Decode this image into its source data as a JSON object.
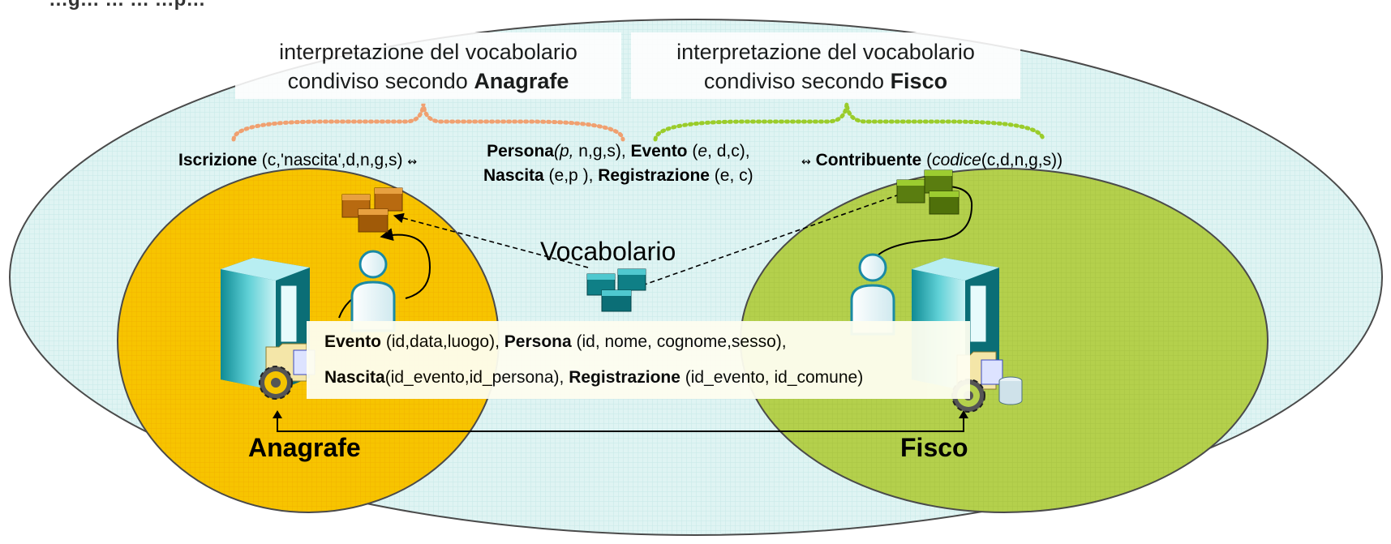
{
  "header_fragment": "…g… … … …p…",
  "box_anagrafe": {
    "line1": "interpretazione del vocabolario",
    "line2_prefix": "condiviso secondo ",
    "line2_bold": "Anagrafe"
  },
  "box_fisco": {
    "line1": "interpretazione del vocabolario",
    "line2_prefix": "condiviso secondo ",
    "line2_bold": "Fisco"
  },
  "mapping": {
    "iscrizione_bold": "Iscrizione",
    "iscrizione_rest": " (c,'nascita',d,n,g,s)",
    "arrow_left": "↭",
    "persona_bold": "Persona",
    "persona_args_italic": "(p,",
    "persona_rest": " n,g,s), ",
    "evento_bold": "Evento",
    "evento_rest1": " (",
    "evento_italic": "e",
    "evento_rest2": ", d,c),",
    "nascita_bold": "Nascita",
    "nascita_rest": " (e,p ), ",
    "registrazione_bold": "Registrazione",
    "registrazione_rest": " (e, c)",
    "arrow_right": "↭",
    "contribuente_bold": "Contribuente",
    "contribuente_rest1": " (",
    "contribuente_italic": "codice",
    "contribuente_rest2": "(c,d,n,g,s))"
  },
  "vocabolario_label": "Vocabolario",
  "schema": {
    "evento_bold": "Evento",
    "evento_rest": " (id,data,luogo), ",
    "persona_bold": "Persona",
    "persona_rest": " (id, nome, cognome,sesso),",
    "nascita_bold": "Nascita",
    "nascita_rest": "(id_evento,id_persona), ",
    "registrazione_bold": "Registrazione",
    "registrazione_rest": " (id_evento, id_comune)"
  },
  "org_left": "Anagrafe",
  "org_right": "Fisco",
  "colors": {
    "outer_fill": "#dff4f3",
    "left_fill": "#f7c400",
    "right_fill": "#b4d04c",
    "dots_left": "#f0a070",
    "dots_right": "#9acc2a"
  },
  "icons": [
    "server-icon",
    "user-icon",
    "folder-icon",
    "gear-icon",
    "database-icon",
    "ontology-tables-icon"
  ]
}
